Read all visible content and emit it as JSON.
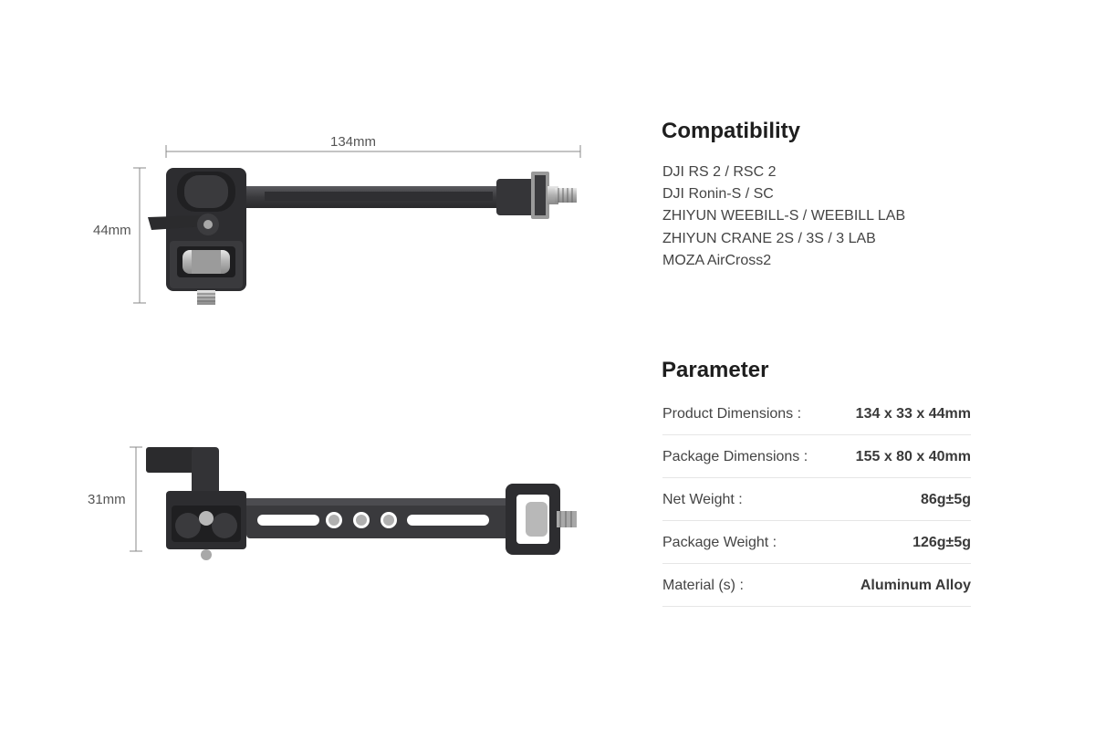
{
  "top_view": {
    "width_label": "134mm",
    "height_label": "44mm"
  },
  "side_view": {
    "height_label": "31mm"
  },
  "compatibility": {
    "title": "Compatibility",
    "items": [
      "DJI RS 2 / RSC 2",
      "DJI Ronin-S / SC",
      "ZHIYUN WEEBILL-S / WEEBILL LAB",
      "ZHIYUN CRANE 2S / 3S / 3 LAB",
      "MOZA AirCross2"
    ]
  },
  "parameter": {
    "title": "Parameter",
    "rows": [
      {
        "label": "Product Dimensions :",
        "value": "134 x 33 x 44mm"
      },
      {
        "label": "Package Dimensions :",
        "value": "155 x 80 x 40mm"
      },
      {
        "label": "Net Weight :",
        "value": "86g±5g"
      },
      {
        "label": "Package Weight :",
        "value": "126g±5g"
      },
      {
        "label": "Material (s) :",
        "value": "Aluminum Alloy"
      }
    ]
  },
  "colors": {
    "product_dark": "#2b2b2d",
    "product_mid": "#4a4a4d",
    "dimension_line": "#888888",
    "divider": "#e6e6e6"
  }
}
